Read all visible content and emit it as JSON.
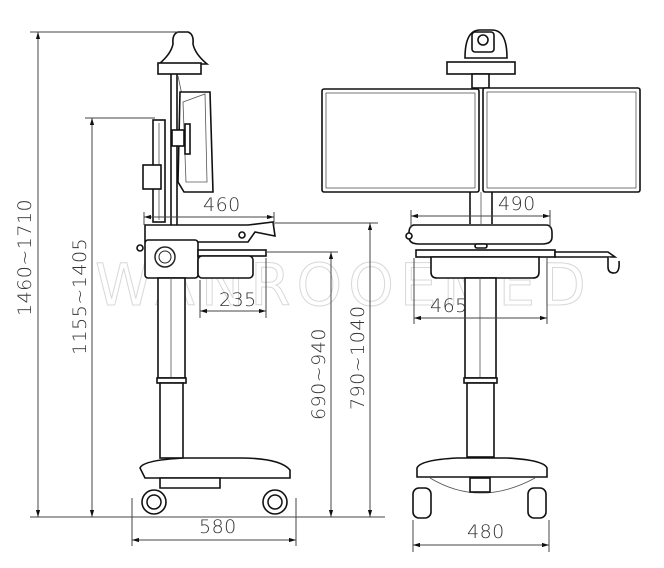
{
  "watermark": "WANROOEMED",
  "side_view": {
    "dimensions": {
      "total_height": "1460~1710",
      "monitor_top_height": "1155~1405",
      "work_surface_depth": "460",
      "keyboard_tray_depth": "235",
      "keyboard_height": "690~940",
      "work_surface_height": "790~1040",
      "base_length": "580"
    }
  },
  "front_view": {
    "dimensions": {
      "work_surface_width": "490",
      "keyboard_tray_width": "465",
      "base_width": "480"
    }
  },
  "colors": {
    "line": "#111111",
    "dimension": "#444444",
    "watermark": "#d8d8d8",
    "background": "#ffffff"
  }
}
